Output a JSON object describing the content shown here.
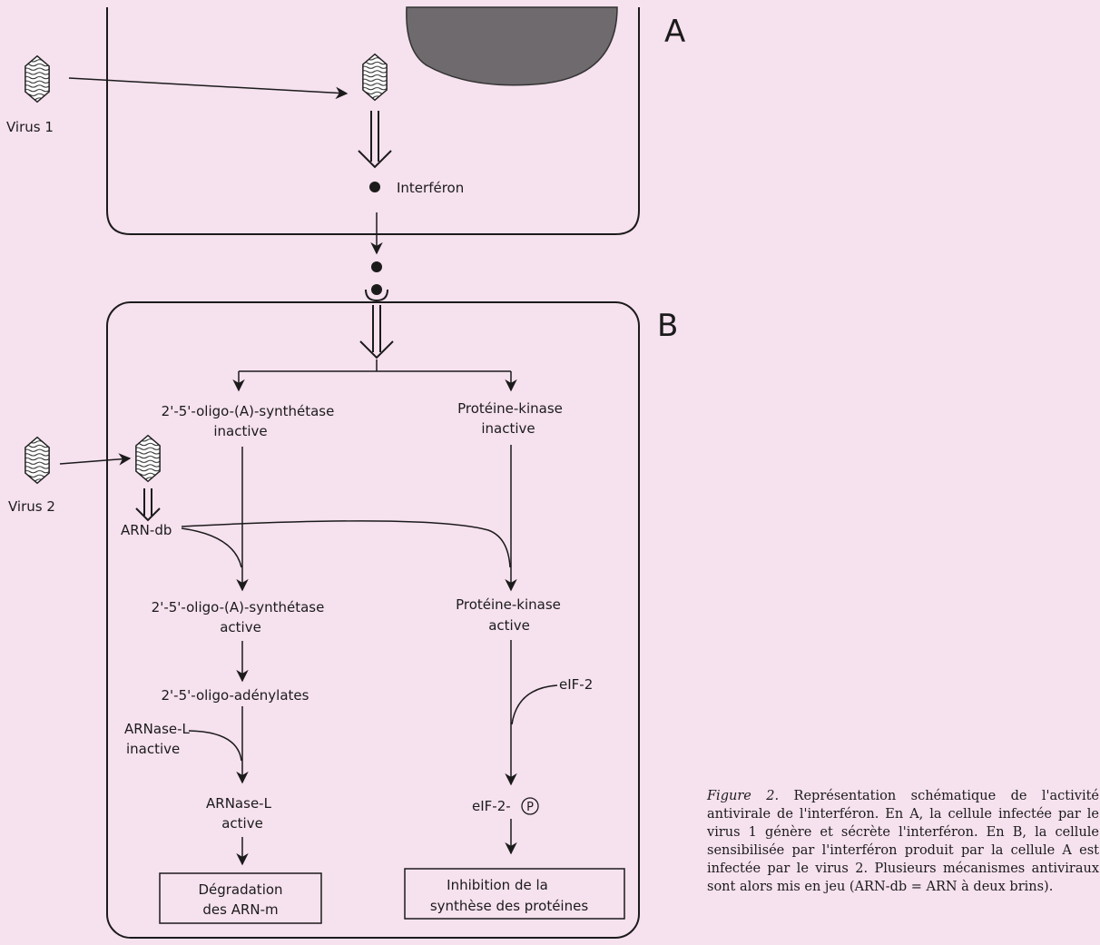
{
  "panels": {
    "a": "A",
    "b": "B"
  },
  "virus1": "Virus 1",
  "virus2": "Virus 2",
  "interferon": "Interféron",
  "synthetase_inactive": [
    "2'-5'-oligo-(A)-synthétase",
    "inactive"
  ],
  "kinase_inactive": [
    "Protéine-kinase",
    "inactive"
  ],
  "arn_db": "ARN-db",
  "synthetase_active": [
    "2'-5'-oligo-(A)-synthétase",
    "active"
  ],
  "kinase_active": [
    "Protéine-kinase",
    "active"
  ],
  "oligoadenylates": "2'-5'-oligo-adénylates",
  "eif2": "eIF-2",
  "arnase_inactive": [
    "ARNase-L",
    "inactive"
  ],
  "arnase_active": [
    "ARNase-L",
    "active"
  ],
  "eif2p": "eIF-2-",
  "phospho_symbol": "P",
  "degradation": [
    "Dégradation",
    "des ARN-m"
  ],
  "inhibition": [
    "Inhibition de la",
    "synthèse des protéines"
  ],
  "caption": {
    "label": "Figure 2.",
    "text": "Représentation schématique de l'activité antivirale de l'interféron. En A, la cellule infectée par le virus 1 génère et sécrète l'interféron. En B, la cellule sensibilisée par l'interféron produit par la cellule A est infectée par le virus 2. Plusieurs mécanismes antiviraux sont alors mis en jeu (ARN-db = ARN à deux brins)."
  }
}
